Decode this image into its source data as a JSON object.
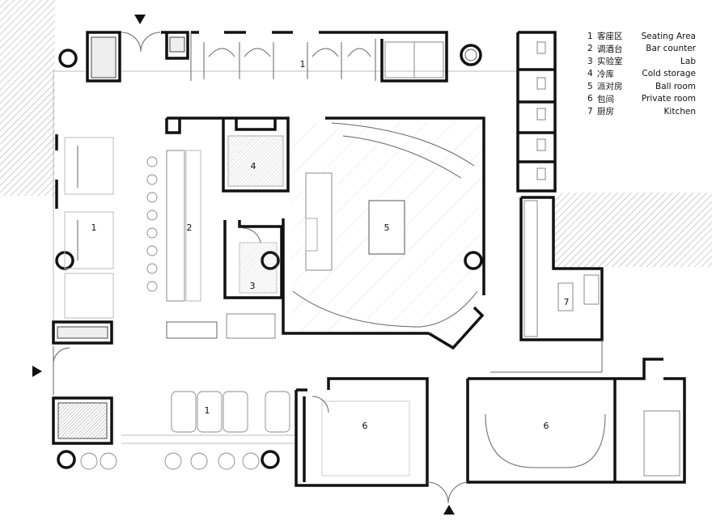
{
  "legend": [
    {
      "num": "1",
      "zh": "客座区",
      "en": "Seating Area"
    },
    {
      "num": "2",
      "zh": "调酒台",
      "en": "Bar counter"
    },
    {
      "num": "3",
      "zh": "实验室",
      "en": "Lab"
    },
    {
      "num": "4",
      "zh": "冷库",
      "en": "Cold storage"
    },
    {
      "num": "5",
      "zh": "派对房",
      "en": "Ball room"
    },
    {
      "num": "6",
      "zh": "包间",
      "en": "Private room"
    },
    {
      "num": "7",
      "zh": "厨房",
      "en": "Kitchen"
    }
  ],
  "room_numbers": {
    "seating_top": "1",
    "seating_left": "1",
    "seating_bottom": "1",
    "bar": "2",
    "lab": "3",
    "cold_storage": "4",
    "ball_room": "5",
    "private_left": "6",
    "private_right": "6",
    "kitchen": "7"
  },
  "colors": {
    "wall": "#111111",
    "hatch": "#888888",
    "fixture": "#aaaaaa"
  }
}
